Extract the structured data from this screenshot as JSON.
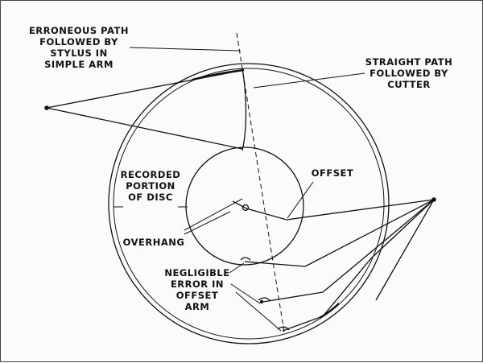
{
  "labels": {
    "erroneous": [
      "ERRONEOUS PATH",
      "FOLLOWED BY",
      "STYLUS IN",
      "SIMPLE ARM"
    ],
    "straight": [
      "STRAIGHT PATH",
      "FOLLOWED BY",
      "CUTTER"
    ],
    "recorded": [
      "RECORDED",
      "PORTION",
      "OF DISC"
    ],
    "offset": "OFFSET",
    "overhang": "OVERHANG",
    "negligible": [
      "NEGLIGIBLE",
      "ERROR IN",
      "OFFSET",
      "ARM"
    ]
  }
}
